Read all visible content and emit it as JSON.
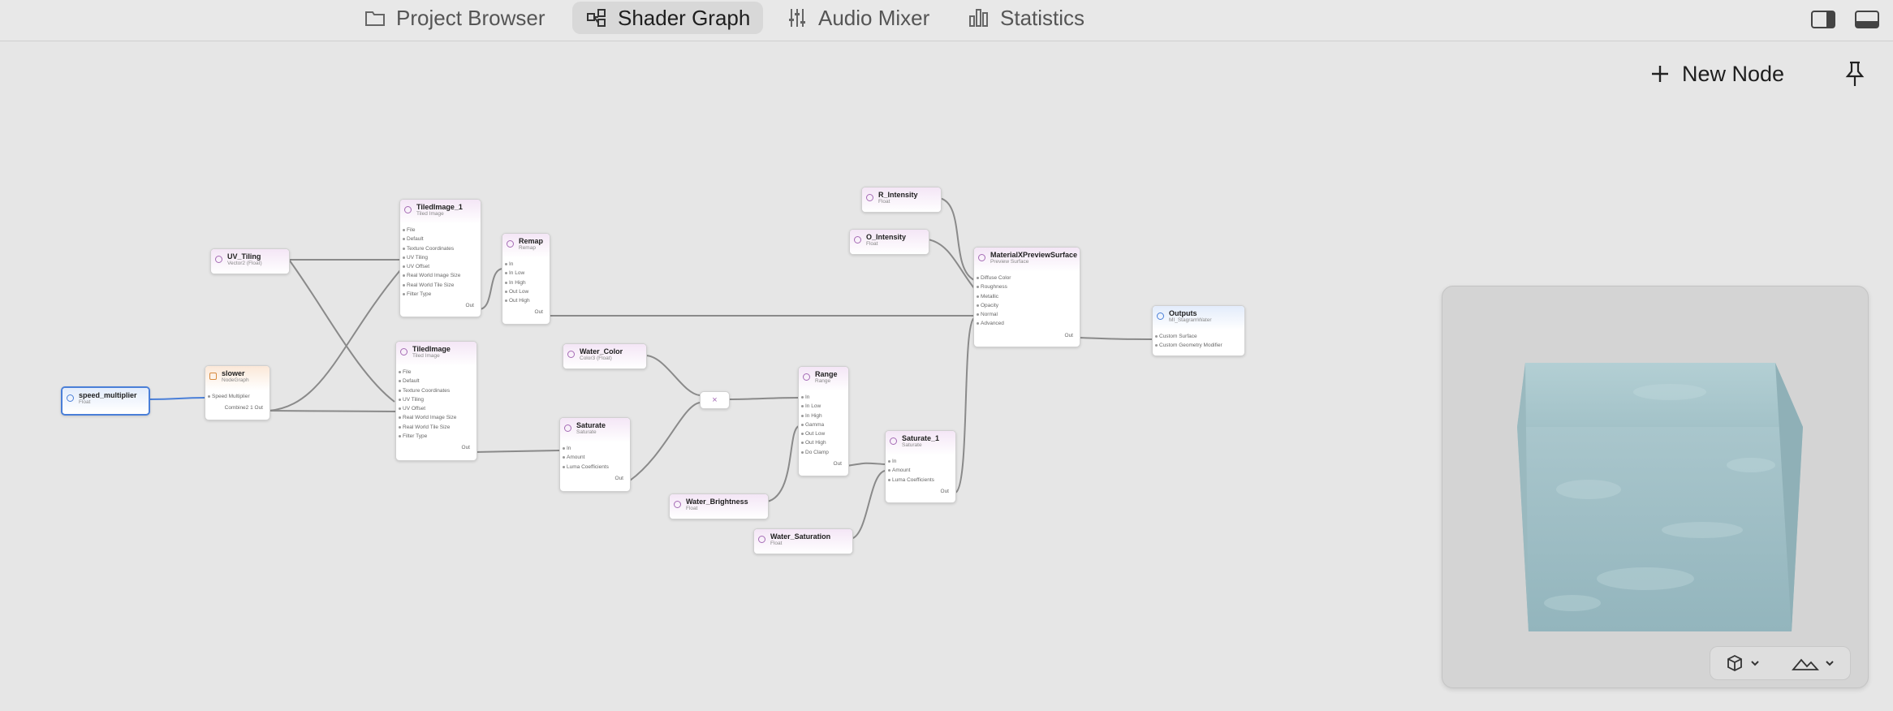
{
  "tabs": [
    {
      "label": "Project Browser",
      "icon": "folder-icon"
    },
    {
      "label": "Shader Graph",
      "icon": "graph-icon",
      "active": true
    },
    {
      "label": "Audio Mixer",
      "icon": "sliders-icon"
    },
    {
      "label": "Statistics",
      "icon": "bar-chart-icon"
    }
  ],
  "toolbar": {
    "new_node": "New Node"
  },
  "nodes": {
    "speed_multiplier": {
      "title": "speed_multiplier",
      "subtitle": "Float"
    },
    "slower": {
      "title": "slower",
      "subtitle": "NodeGraph",
      "in": "Speed Multiplier",
      "out": "Combine2 1 Out"
    },
    "uv_tiling": {
      "title": "UV_Tiling",
      "subtitle": "Vector2 (Float)"
    },
    "tiledimage_1": {
      "title": "TiledImage_1",
      "subtitle": "Tiled Image",
      "rows": [
        "File",
        "Default",
        "Texture Coordinates",
        "UV Tiling",
        "UV Offset",
        "Real World Image Size",
        "Real World Tile Size",
        "Filter Type"
      ],
      "out": "Out"
    },
    "tiledimage": {
      "title": "TiledImage",
      "subtitle": "Tiled Image",
      "rows": [
        "File",
        "Default",
        "Texture Coordinates",
        "UV Tiling",
        "UV Offset",
        "Real World Image Size",
        "Real World Tile Size",
        "Filter Type"
      ],
      "out": "Out"
    },
    "remap": {
      "title": "Remap",
      "subtitle": "Remap",
      "rows": [
        "In",
        "In Low",
        "In High",
        "Out Low",
        "Out High"
      ],
      "out": "Out"
    },
    "water_color": {
      "title": "Water_Color",
      "subtitle": "Color3 (Float)"
    },
    "multiply": {
      "symbol": "×"
    },
    "saturate": {
      "title": "Saturate",
      "subtitle": "Saturate",
      "rows": [
        "In",
        "Amount",
        "Luma Coefficients"
      ],
      "out": "Out"
    },
    "range": {
      "title": "Range",
      "subtitle": "Range",
      "rows": [
        "In",
        "In Low",
        "In High",
        "Gamma",
        "Out Low",
        "Out High",
        "Do Clamp"
      ],
      "out": "Out"
    },
    "water_brightness": {
      "title": "Water_Brightness",
      "subtitle": "Float"
    },
    "water_saturation": {
      "title": "Water_Saturation",
      "subtitle": "Float"
    },
    "r_intensity": {
      "title": "R_Intensity",
      "subtitle": "Float"
    },
    "o_intensity": {
      "title": "O_Intensity",
      "subtitle": "Float"
    },
    "material": {
      "title": "MaterialXPreviewSurface",
      "subtitle": "Preview Surface",
      "rows": [
        "Diffuse Color",
        "Roughness",
        "Metallic",
        "Opacity",
        "Normal",
        "Advanced"
      ],
      "out": "Out"
    },
    "saturate_1": {
      "title": "Saturate_1",
      "subtitle": "Saturate",
      "rows": [
        "In",
        "Amount",
        "Luma Coefficients"
      ],
      "out": "Out"
    },
    "outputs": {
      "title": "Outputs",
      "subtitle": "MI_StagramWater",
      "rows": [
        "Custom Surface",
        "Custom Geometry Modifier"
      ]
    }
  },
  "preview": {
    "cube_color": "#9fbdc4",
    "controls": [
      "cube-icon",
      "environment-icon"
    ]
  },
  "colors": {
    "accent": "#4a7fd8",
    "wire": "#8a8a8a"
  }
}
